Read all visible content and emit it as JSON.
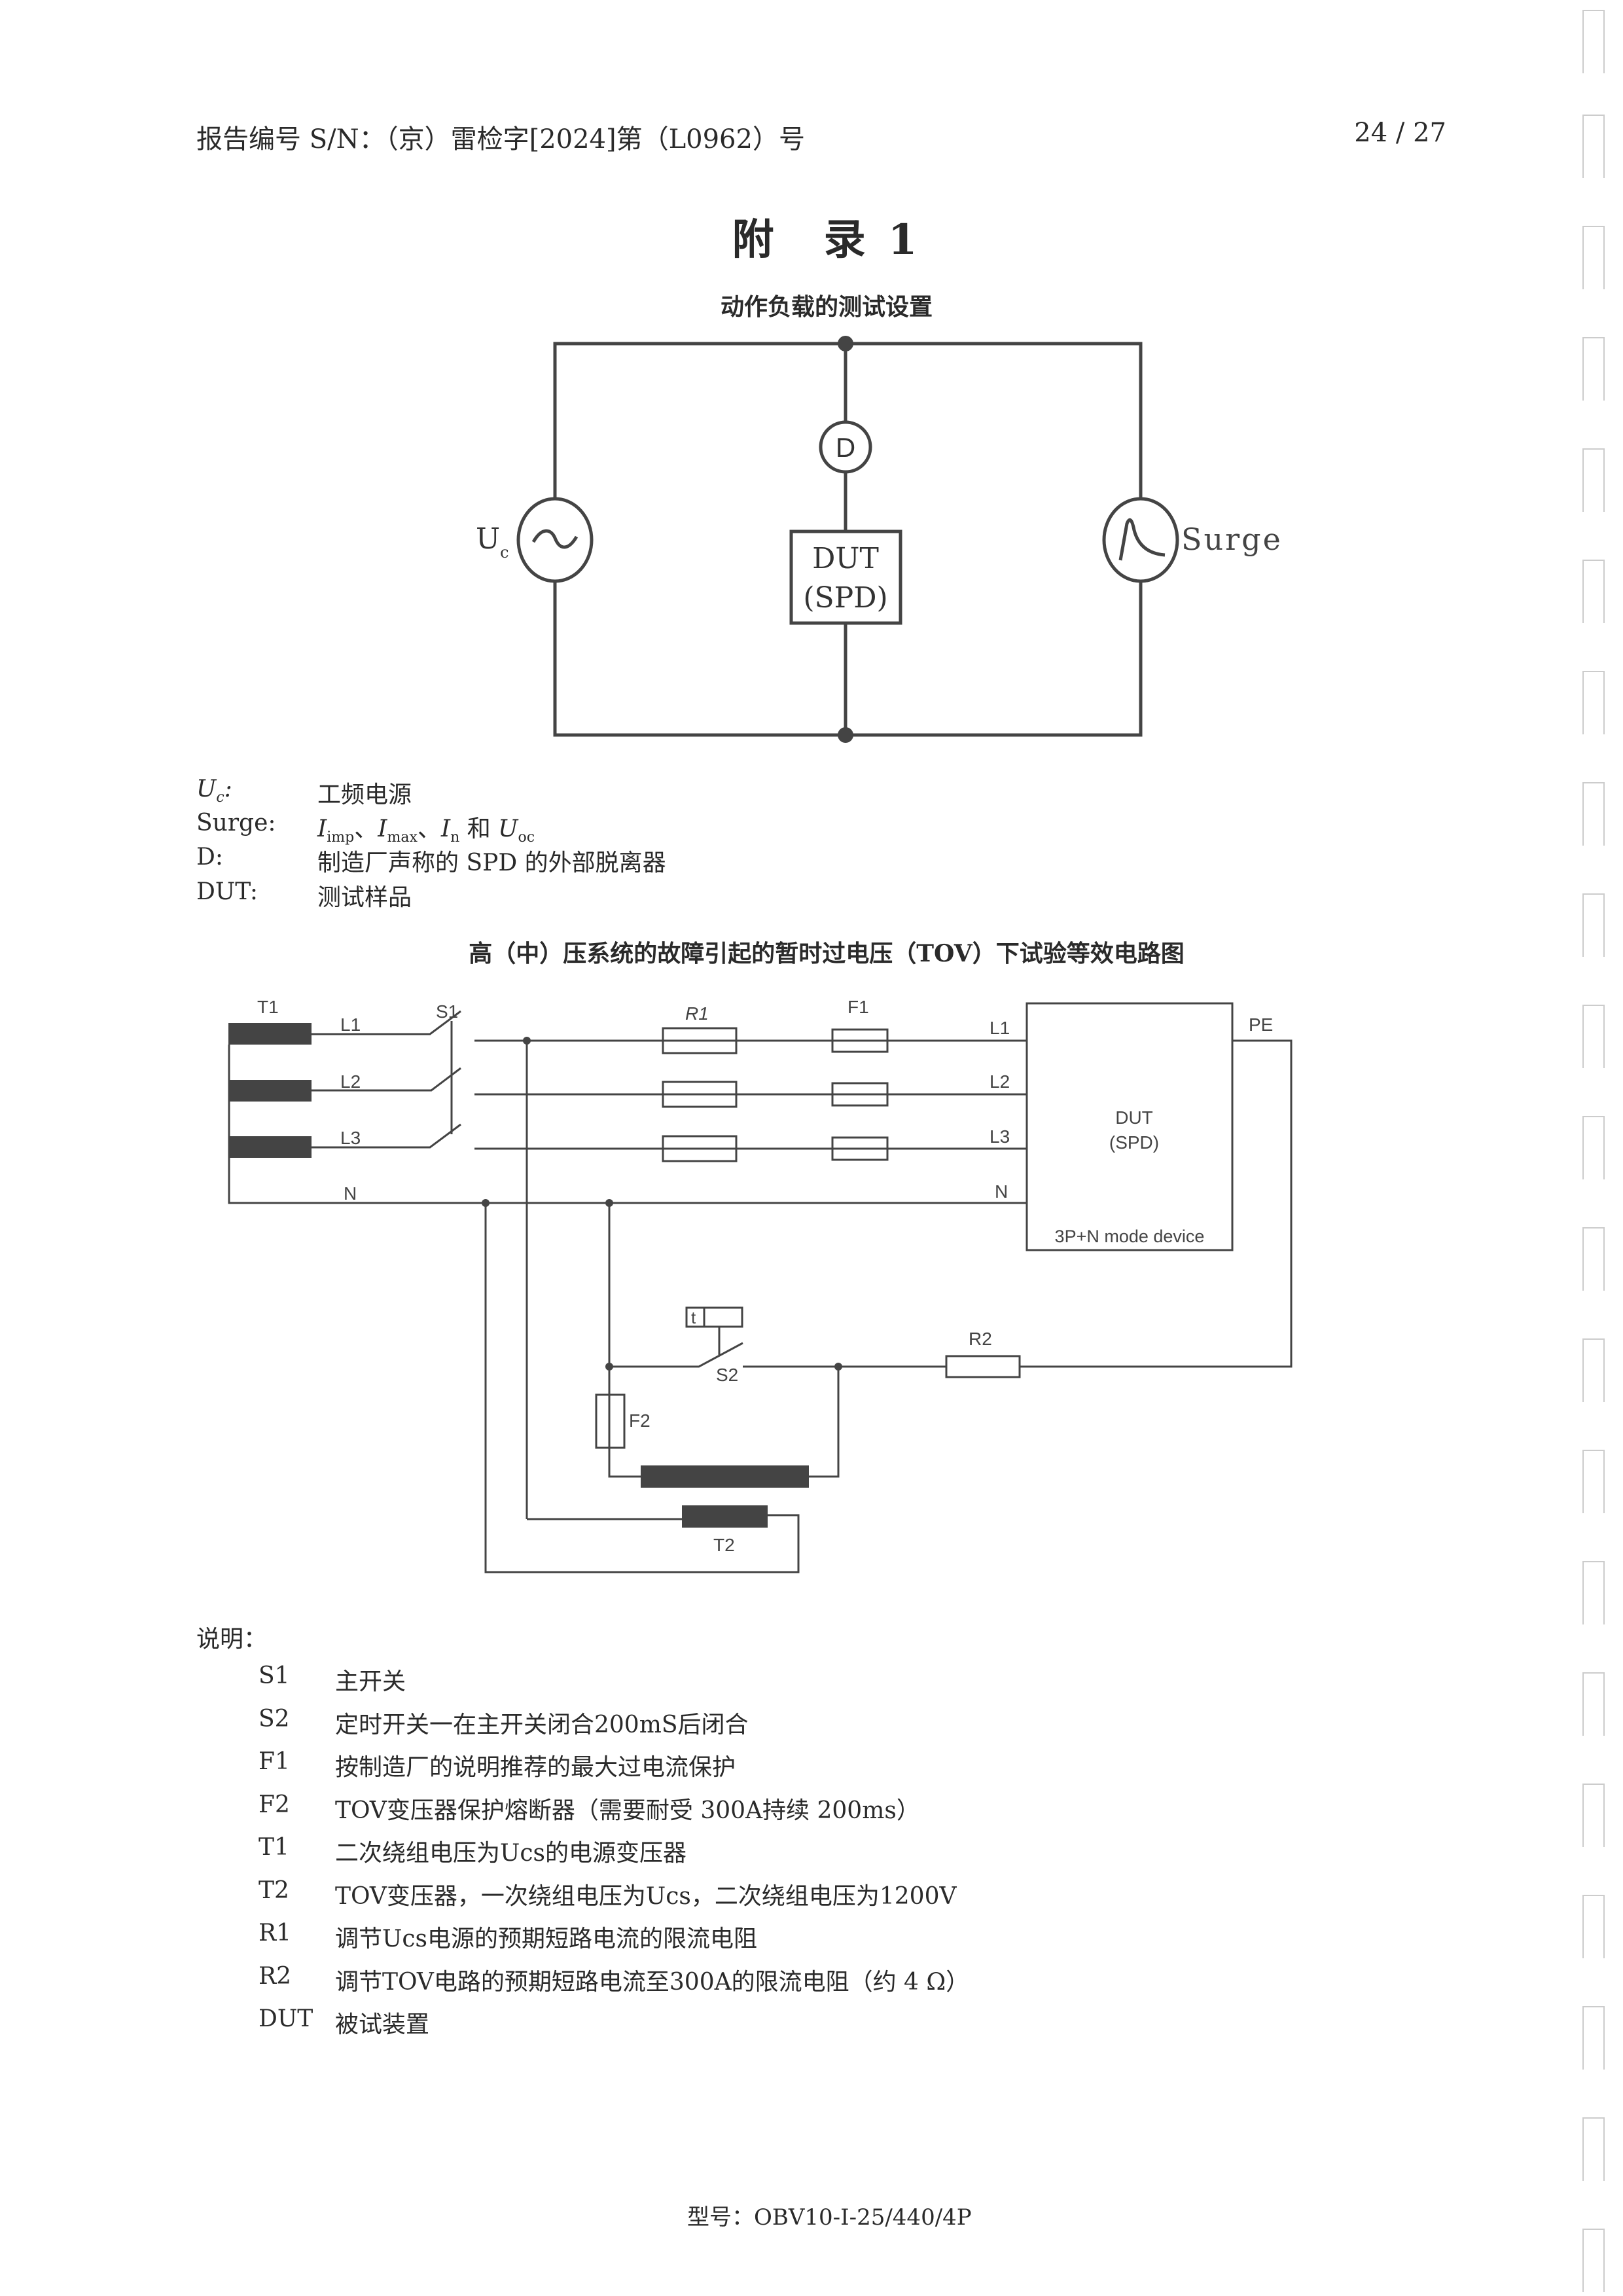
{
  "header": {
    "report_no": "报告编号 S/N：（京）雷检字[2024]第（L0962）号",
    "page": "24 / 27"
  },
  "appendix_title": "附　录 1",
  "figure1": {
    "title": "动作负载的测试设置",
    "source_label": "U",
    "source_label_sub": "c",
    "surge_label": "Surge",
    "disconnector_label": "D",
    "dut_line1": "DUT",
    "dut_line2": "(SPD)"
  },
  "legend1": [
    {
      "key": "Uc:",
      "value": "工频电源"
    },
    {
      "key": "Surge:",
      "value": "Iimp、Imax、In 和 Uoc"
    },
    {
      "key": "D:",
      "value": "制造厂声称的 SPD 的外部脱离器"
    },
    {
      "key": "DUT:",
      "value": "测试样品"
    }
  ],
  "figure2": {
    "title": "高（中）压系统的故障引起的暂时过电压（TOV）下试验等效电路图",
    "labels": {
      "t1": "T1",
      "s1": "S1",
      "r1": "R1",
      "f1": "F1",
      "l1": "L1",
      "l2": "L2",
      "l3": "L3",
      "n": "N",
      "pe": "PE",
      "dut": "DUT",
      "spd": "(SPD)",
      "mode": "3P+N  mode device",
      "timer": "t",
      "s2": "S2",
      "r2": "R2",
      "f2": "F2",
      "t2": "T2"
    }
  },
  "notes": {
    "heading": "说明：",
    "items": [
      {
        "key": "S1",
        "value": "主开关"
      },
      {
        "key": "S2",
        "value": "定时开关一在主开关闭合200mS后闭合"
      },
      {
        "key": "F1",
        "value": "按制造厂的说明推荐的最大过电流保护"
      },
      {
        "key": "F2",
        "value": "TOV变压器保护熔断器（需要耐受 300A持续 200ms）"
      },
      {
        "key": "T1",
        "value": "二次绕组电压为Ucs的电源变压器"
      },
      {
        "key": "T2",
        "value": "TOV变压器，一次绕组电压为Ucs，二次绕组电压为1200V"
      },
      {
        "key": "R1",
        "value": "调节Ucs电源的预期短路电流的限流电阻"
      },
      {
        "key": "R2",
        "value": "调节TOV电路的预期短路电流至300A的限流电阻（约 4 Ω）"
      },
      {
        "key": "DUT",
        "value": "被试装置"
      }
    ]
  },
  "footer": {
    "model": "型号：OBV10-I-25/440/4P"
  }
}
